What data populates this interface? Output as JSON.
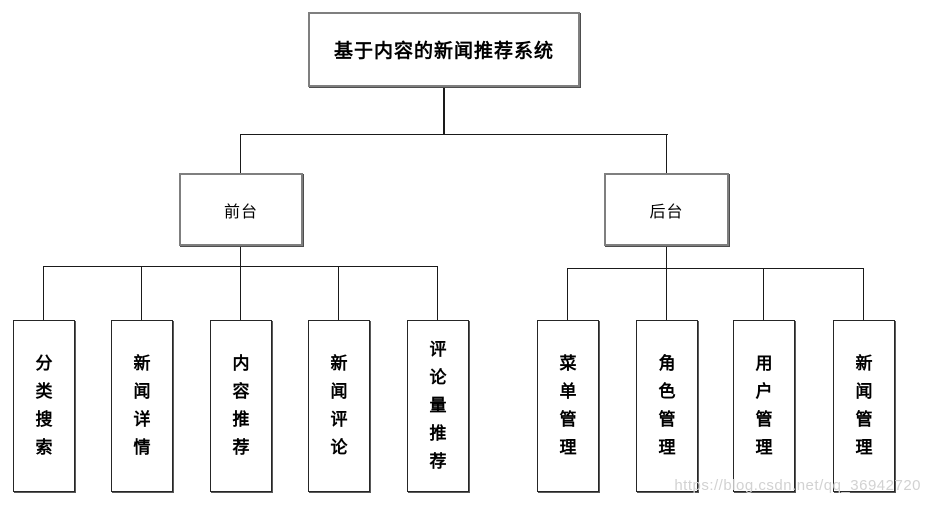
{
  "diagram": {
    "root": {
      "label": "基于内容的新闻推荐系统"
    },
    "branches": [
      {
        "label": "前台",
        "children": [
          "分类搜索",
          "新闻详情",
          "内容推荐",
          "新闻评论",
          "评论量推荐"
        ]
      },
      {
        "label": "后台",
        "children": [
          "菜单管理",
          "角色管理",
          "用户管理",
          "新闻管理"
        ]
      }
    ],
    "watermark": "https://blog.csdn.net/qq_36942720",
    "colors": {
      "background": "#ffffff",
      "connector_line": "#1a1a1a",
      "parent_box_border": "#7f7f7f",
      "leaf_box_border": "#262626",
      "text": "#000000",
      "watermark_text": "#d2d2d2"
    }
  }
}
